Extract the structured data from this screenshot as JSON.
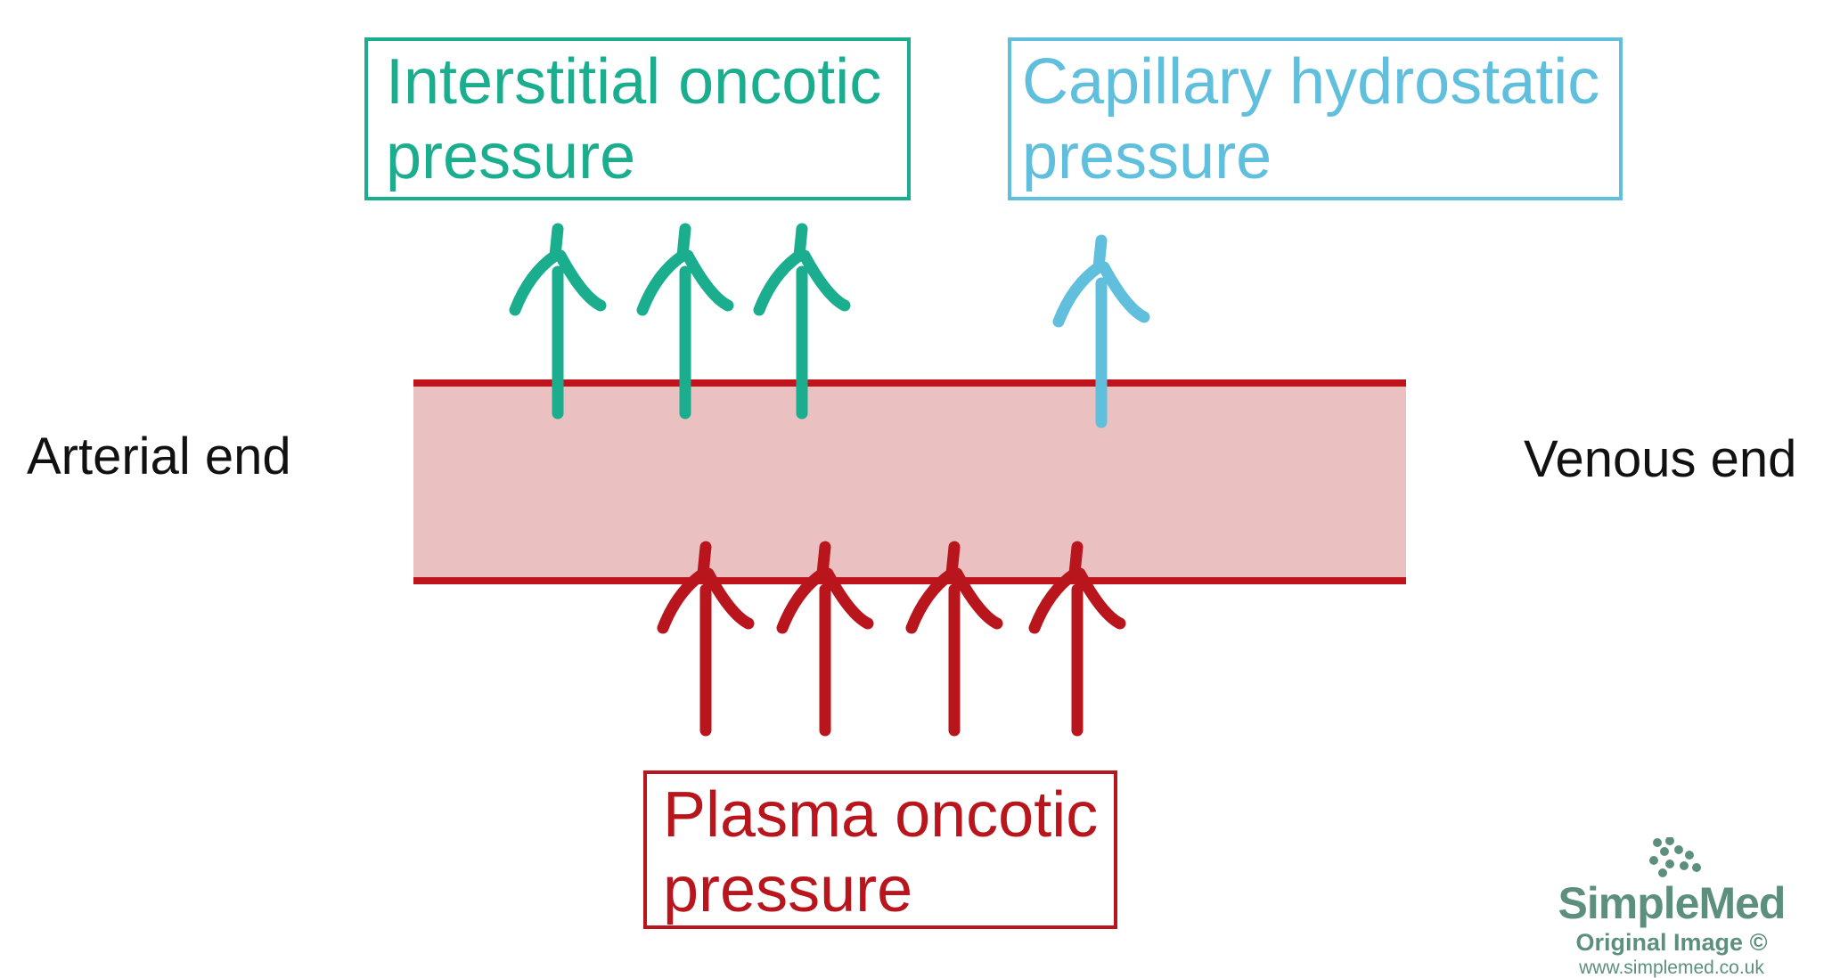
{
  "diagram": {
    "labels": {
      "interstitial_oncotic": [
        "Interstitial oncotic",
        "pressure"
      ],
      "capillary_hydrostatic": [
        "Capillary hydrostatic",
        "pressure"
      ],
      "plasma_oncotic": [
        "Plasma oncotic",
        "pressure"
      ],
      "arterial_end": "Arterial end",
      "venous_end": "Venous end"
    },
    "arrows": {
      "interstitial_oncotic_count": 3,
      "capillary_hydrostatic_count": 1,
      "plasma_oncotic_count": 4
    }
  },
  "watermark": {
    "name": "SimpleMed",
    "tagline": "Original Image ©",
    "url": "www.simplemed.co.uk"
  },
  "colors": {
    "interstitial": "#1aae8f",
    "capillary": "#5fbfdc",
    "plasma": "#b9151d",
    "vessel_fill": "#ebc0c1",
    "vessel_wall": "#c0141c",
    "logo": "#5d8f7e"
  }
}
